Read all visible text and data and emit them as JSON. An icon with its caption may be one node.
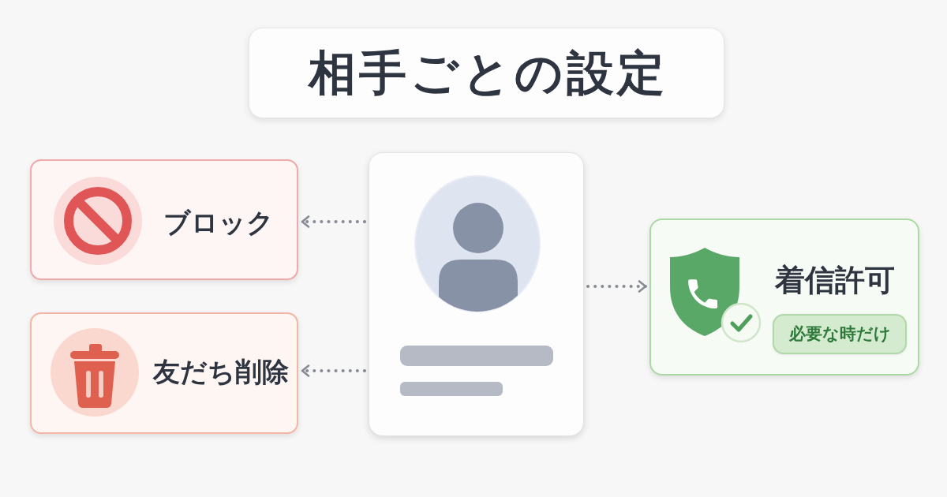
{
  "diagram": {
    "title": "相手ごとの設定",
    "nodes": [
      {
        "text": [
          "ブロック"
        ]
      },
      {
        "text": [
          "友だち削除"
        ]
      },
      {
        "text": [],
        "shape": "box"
      },
      {
        "text": [
          "着信許可"
        ]
      },
      {
        "text": [
          "必要な時だけ"
        ],
        "in": 3
      }
    ],
    "edges": [
      {
        "from": 2,
        "to": 0,
        "arrow": "to",
        "style": "dashed"
      },
      {
        "from": 2,
        "to": 1,
        "arrow": "to",
        "style": "dashed"
      },
      {
        "from": 2,
        "to": 3,
        "arrow": "to",
        "style": "dashed"
      }
    ]
  }
}
